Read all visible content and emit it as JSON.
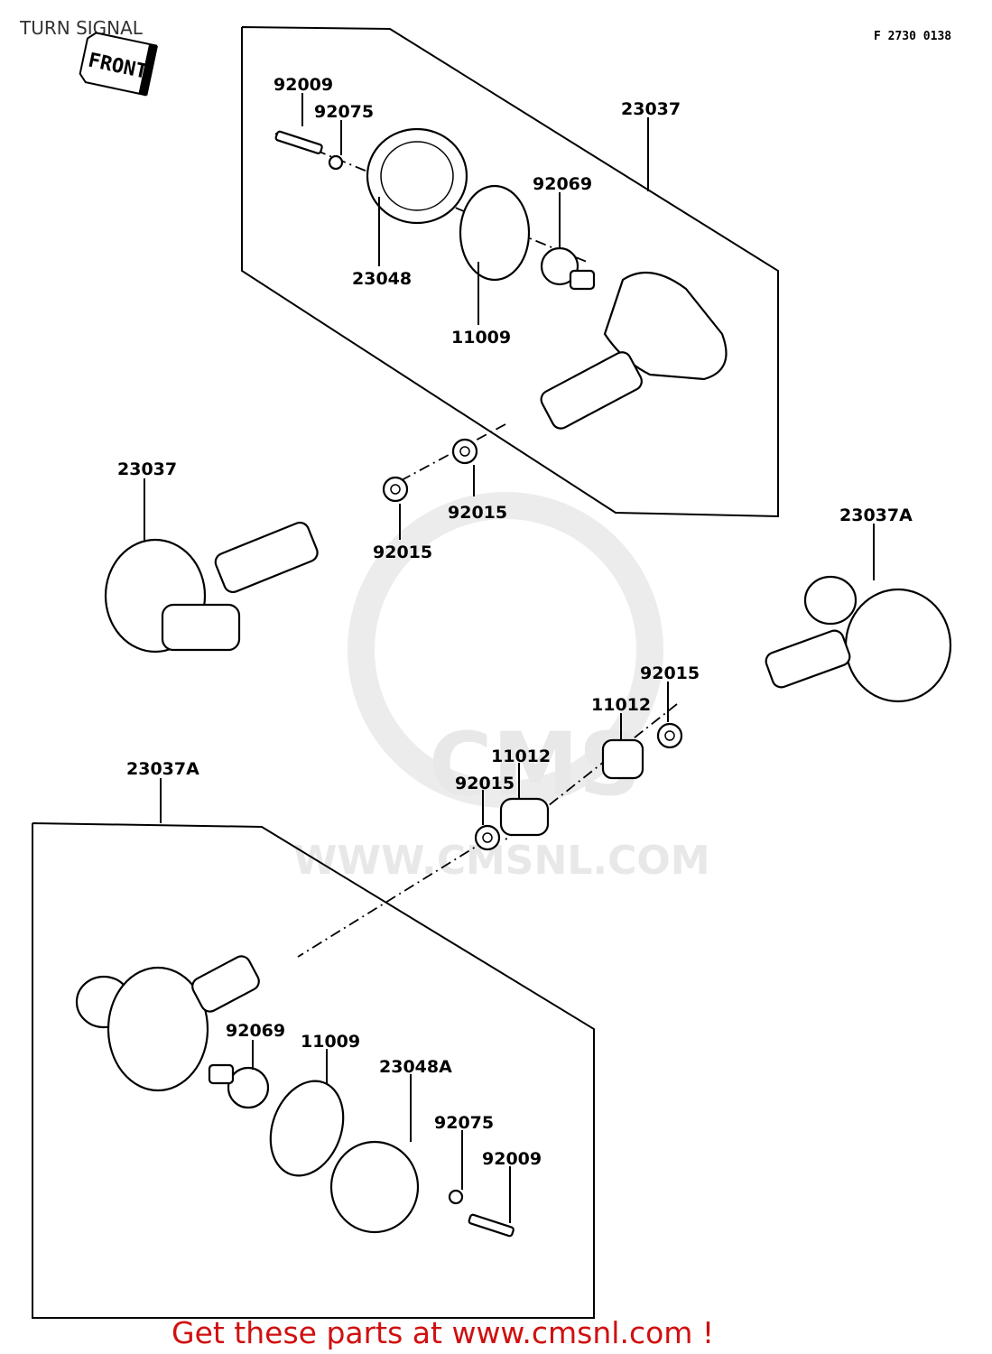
{
  "title": "TURN SIGNAL",
  "ref_code": "F 2730 0138",
  "front_label": "FRONT",
  "watermark": "WWW.CMSNL.COM",
  "watermark_logo": "CMS",
  "footer": "Get these parts at www.cmsnl.com !",
  "parts": [
    {
      "number": "92009"
    },
    {
      "number": "92075"
    },
    {
      "number": "23037"
    },
    {
      "number": "92069"
    },
    {
      "number": "23048"
    },
    {
      "number": "11009"
    },
    {
      "number": "23037"
    },
    {
      "number": "92015"
    },
    {
      "number": "92015"
    },
    {
      "number": "23037A"
    },
    {
      "number": "92015"
    },
    {
      "number": "11012"
    },
    {
      "number": "11012"
    },
    {
      "number": "92015"
    },
    {
      "number": "23037A"
    },
    {
      "number": "92069"
    },
    {
      "number": "11009"
    },
    {
      "number": "23048A"
    },
    {
      "number": "92075"
    },
    {
      "number": "92009"
    }
  ]
}
